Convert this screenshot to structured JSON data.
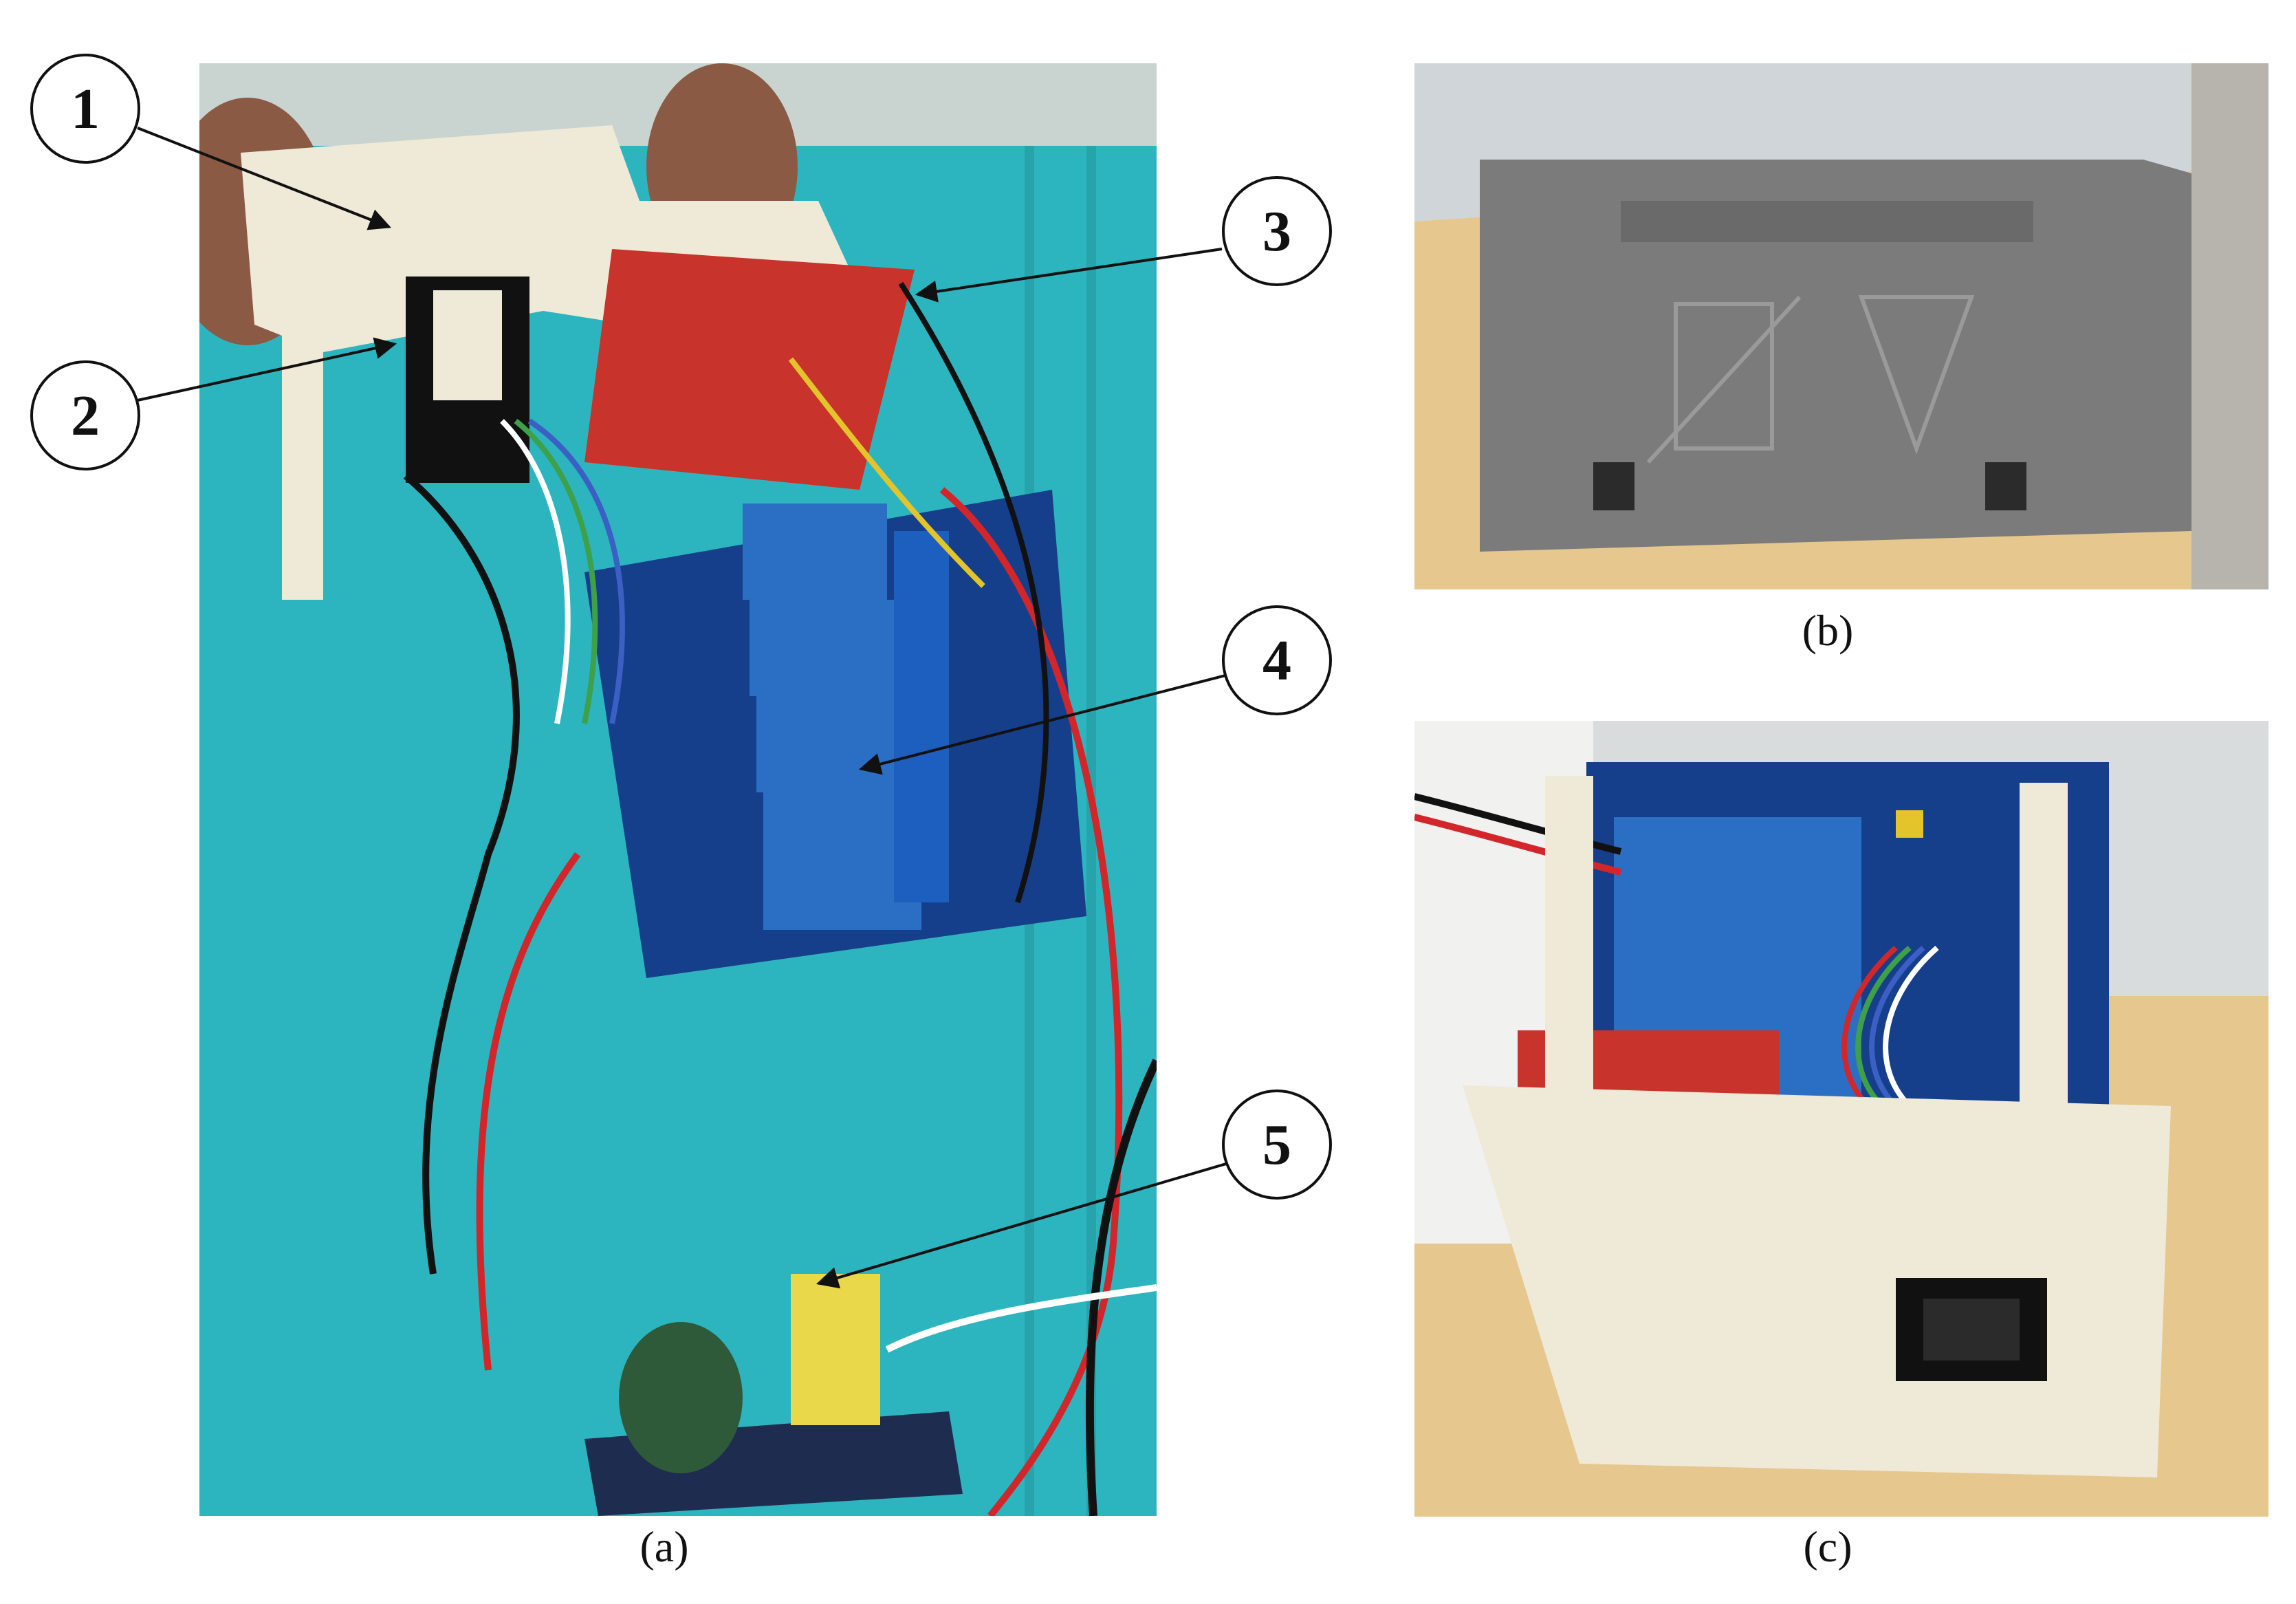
{
  "figure": {
    "panels": [
      {
        "id": "a",
        "caption": "(a)"
      },
      {
        "id": "b",
        "caption": "(b)"
      },
      {
        "id": "c",
        "caption": "(c)"
      }
    ],
    "callouts": [
      {
        "label": "1"
      },
      {
        "label": "2"
      },
      {
        "label": "3"
      },
      {
        "label": "4"
      },
      {
        "label": "5"
      }
    ]
  },
  "colors": {
    "mat_teal": "#2cb5bf",
    "relay_blue": "#2a6fc4",
    "board_blue": "#153f8a",
    "protoboard_red": "#c8332b",
    "printed_white": "#efe9d8",
    "printed_gray": "#7b7b7b",
    "desk_wood": "#e6c88f"
  }
}
